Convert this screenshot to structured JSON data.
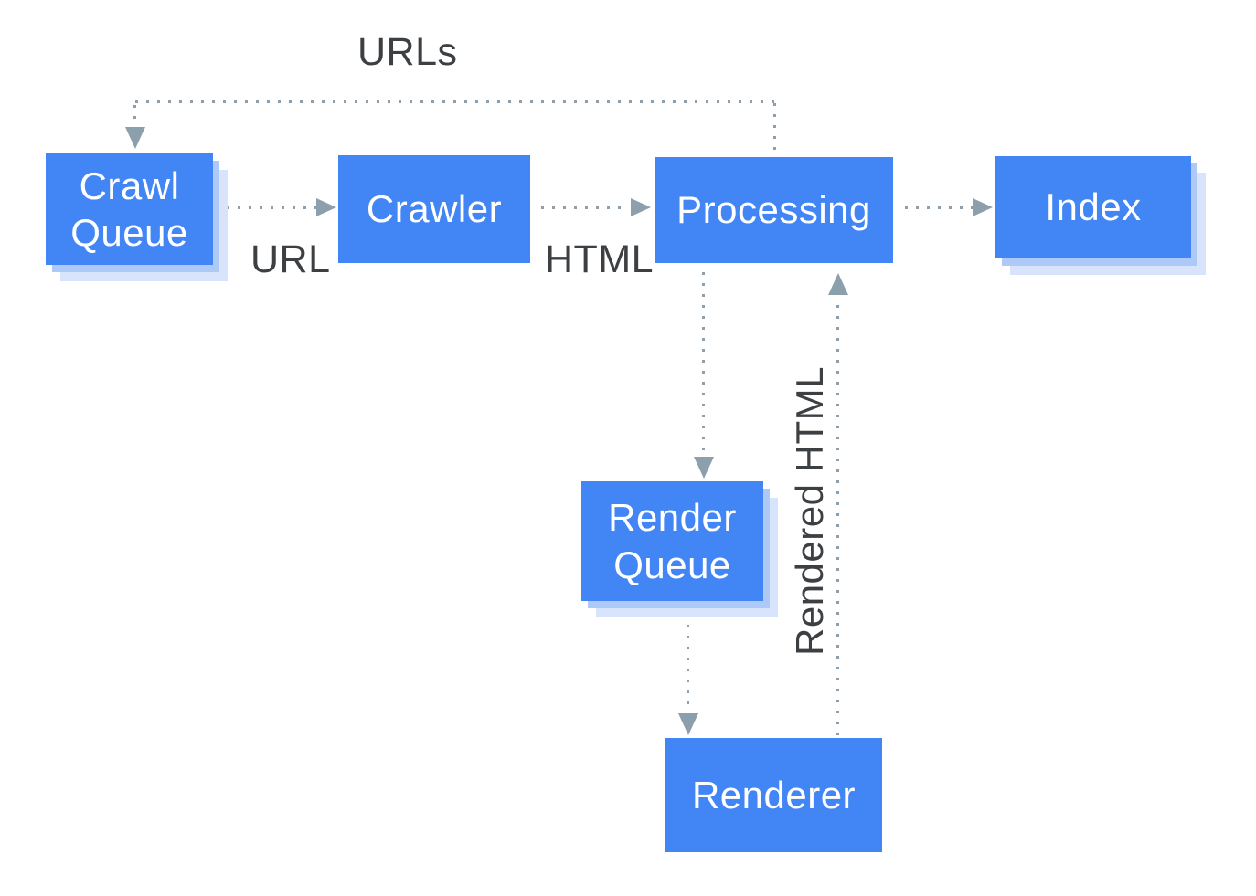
{
  "diagram": {
    "name": "crawl-render-index-pipeline",
    "boxes": {
      "crawl_queue": "Crawl Queue",
      "crawler": "Crawler",
      "processing": "Processing",
      "index": "Index",
      "render_queue": "Render Queue",
      "renderer": "Renderer"
    },
    "edge_labels": {
      "urls": "URLs",
      "url": "URL",
      "html": "HTML",
      "rendered_html": "Rendered HTML"
    },
    "edges": [
      {
        "from": "crawl_queue",
        "to": "crawler",
        "label": "URL",
        "style": "dotted"
      },
      {
        "from": "crawler",
        "to": "processing",
        "label": "HTML",
        "style": "dotted"
      },
      {
        "from": "processing",
        "to": "index",
        "label": "",
        "style": "dotted"
      },
      {
        "from": "processing",
        "to": "crawl_queue",
        "label": "URLs",
        "style": "dotted"
      },
      {
        "from": "processing",
        "to": "render_queue",
        "label": "",
        "style": "dotted"
      },
      {
        "from": "render_queue",
        "to": "renderer",
        "label": "",
        "style": "dotted"
      },
      {
        "from": "renderer",
        "to": "processing",
        "label": "Rendered HTML",
        "style": "dotted"
      }
    ],
    "colors": {
      "box_fill": "#4285F4",
      "box_text": "#FFFFFF",
      "shadow_medium": "#ACC9F8",
      "shadow_light": "#D7E4FC",
      "arrow": "#8BA0AC",
      "label_text": "#3C4043",
      "background": "#FFFFFF"
    }
  }
}
